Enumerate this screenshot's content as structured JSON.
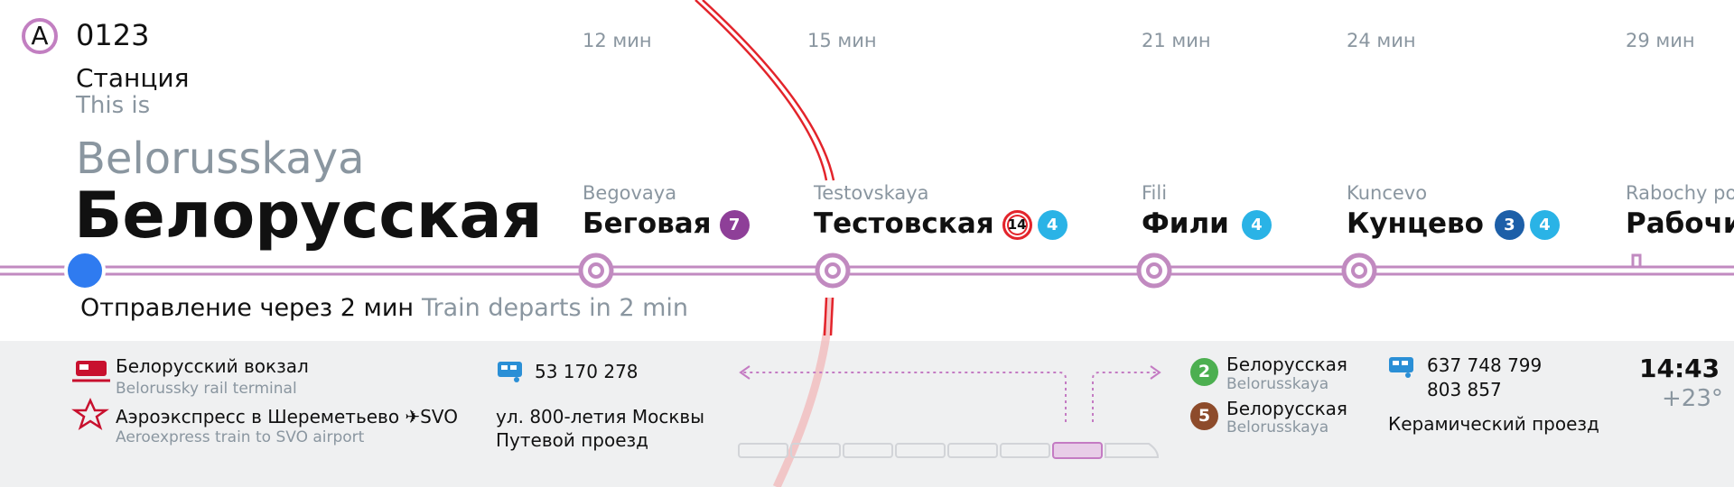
{
  "header": {
    "route_letter": "A",
    "train_number": "0123",
    "station_label": "Станция",
    "this_is": "This is"
  },
  "current_station": {
    "name_en": "Belorusskaya",
    "name_ru": "Белорусская"
  },
  "departure": {
    "text_ru": "Отправление через 2 мин",
    "text_en": "Train departs in 2 min"
  },
  "stops": [
    {
      "time": "12 мин",
      "name_en": "Begovaya",
      "name_ru": "Беговая",
      "lines": [
        {
          "num": "7",
          "color": "#8e3f98"
        }
      ]
    },
    {
      "time": "15 мин",
      "name_en": "Testovskaya",
      "name_ru": "Тестовская",
      "lines": [
        {
          "num": "14",
          "ring": true
        },
        {
          "num": "4",
          "color": "#2ab3e6"
        }
      ]
    },
    {
      "time": "21 мин",
      "name_en": "Fili",
      "name_ru": "Фили",
      "lines": [
        {
          "num": "4",
          "color": "#2ab3e6"
        }
      ]
    },
    {
      "time": "24 мин",
      "name_en": "Kuncevo",
      "name_ru": "Кунцево",
      "lines": [
        {
          "num": "3",
          "color": "#1d5fa8"
        },
        {
          "num": "4",
          "color": "#2ab3e6"
        }
      ]
    },
    {
      "time": "29 мин",
      "name_en": "Rabochy po",
      "name_ru": "Рабочи",
      "lines": []
    }
  ],
  "transfers": {
    "rail_ru": "Белорусский вокзал",
    "rail_en": "Belorussky rail terminal",
    "aero_ru": "Аэроэкспресс в Шереметьево ✈SVO",
    "aero_en": "Aeroexpress train to SVO airport",
    "bus_routes": "53  170  278",
    "street1": "ул. 800-летия Москвы",
    "street2": "Путевой проезд",
    "metro": [
      {
        "num": "2",
        "color": "#4caf50",
        "name_ru": "Белорусская",
        "name_en": "Belorusskaya"
      },
      {
        "num": "5",
        "color": "#8d4b2b",
        "name_ru": "Белорусская",
        "name_en": "Belorusskaya"
      }
    ],
    "bus2_line1": "637  748  799",
    "bus2_line2": "803  857",
    "street3": "Керамический проезд"
  },
  "status": {
    "clock": "14:43",
    "temperature": "+23°"
  },
  "colors": {
    "line": "#c18ac0",
    "current": "#2f7bf0",
    "ring_line": "#e3242b",
    "rail_icon": "#c8102e",
    "bus_icon": "#2a8fd6",
    "car_highlight": "#c47bc3"
  },
  "icons": {
    "rail": "train-icon",
    "aero": "aeroexpress-star-icon",
    "bus": "bus-icon"
  }
}
